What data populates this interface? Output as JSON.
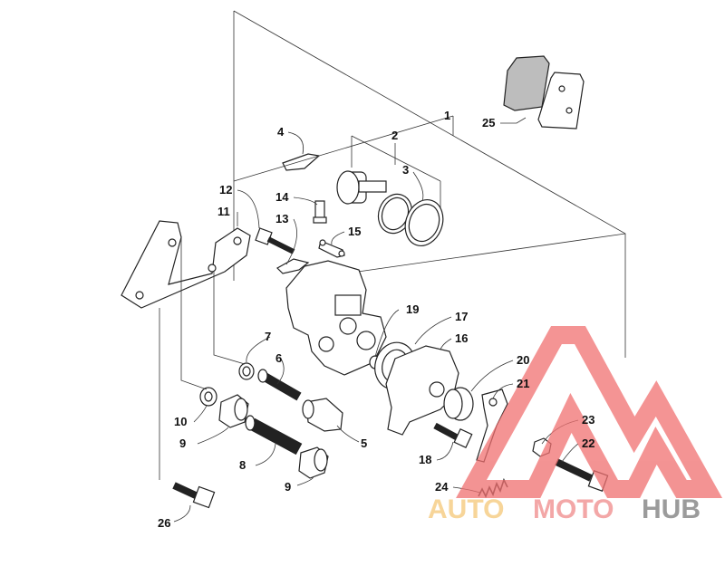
{
  "callouts": {
    "c1": "1",
    "c2": "2",
    "c3": "3",
    "c4": "4",
    "c5": "5",
    "c6": "6",
    "c7": "7",
    "c8": "8",
    "c9a": "9",
    "c9b": "9",
    "c10": "10",
    "c11": "11",
    "c12": "12",
    "c13": "13",
    "c14": "14",
    "c15": "15",
    "c16": "16",
    "c17": "17",
    "c18": "18",
    "c19": "19",
    "c20": "20",
    "c21": "21",
    "c22": "22",
    "c23": "23",
    "c24": "24",
    "c25": "25",
    "c26": "26"
  },
  "watermark": {
    "part1": "AUTO",
    "part2": "MOTO",
    "part3": "HUB",
    "color1": "#f5c878",
    "color2": "#f08a8a",
    "color3": "#7a7a7a",
    "triangle_color": "#f07070"
  }
}
